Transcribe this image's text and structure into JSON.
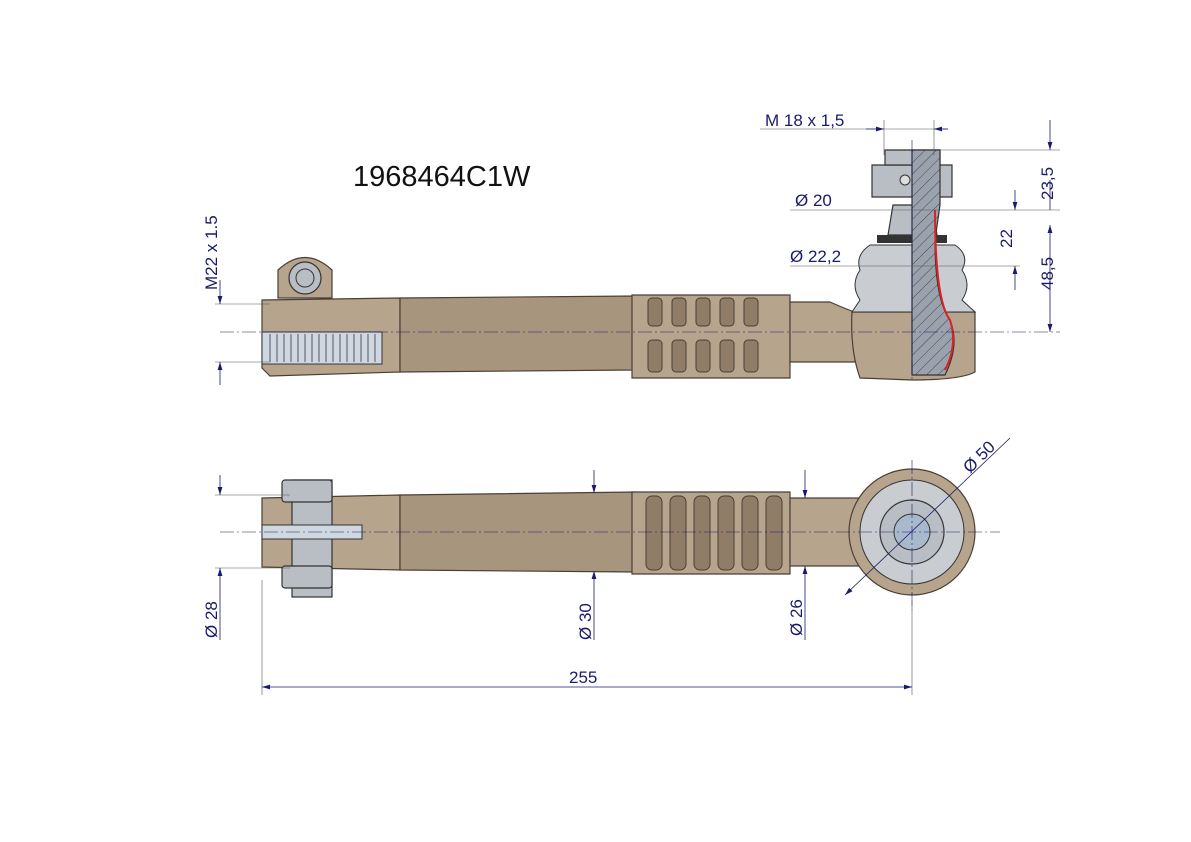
{
  "part_number": "1968464C1W",
  "dimensions": {
    "stud_thread": "M 18  x 1,5",
    "stud_diameter_top": "Ø  20",
    "stud_diameter_boot": "Ø  22,2",
    "height_nut": "23,5",
    "height_taper": "22",
    "height_stud": "48,5",
    "rod_thread": "M22 x 1.5",
    "clamp_diameter": "Ø  28",
    "tube_diameter": "Ø  30",
    "neck_diameter": "Ø  26",
    "eye_diameter": "Ø  50",
    "overall_length": "255"
  }
}
